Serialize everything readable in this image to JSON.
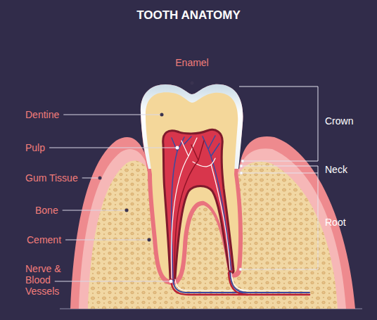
{
  "diagram": {
    "title": "TOOTH ANATOMY",
    "labels": [
      "Enamel",
      "Dentine",
      "Pulp",
      "Gum Tissue",
      "Bone",
      "Cement",
      "Nerve & Blood Vessels",
      "Crown",
      "Neck",
      "Root"
    ]
  }
}
